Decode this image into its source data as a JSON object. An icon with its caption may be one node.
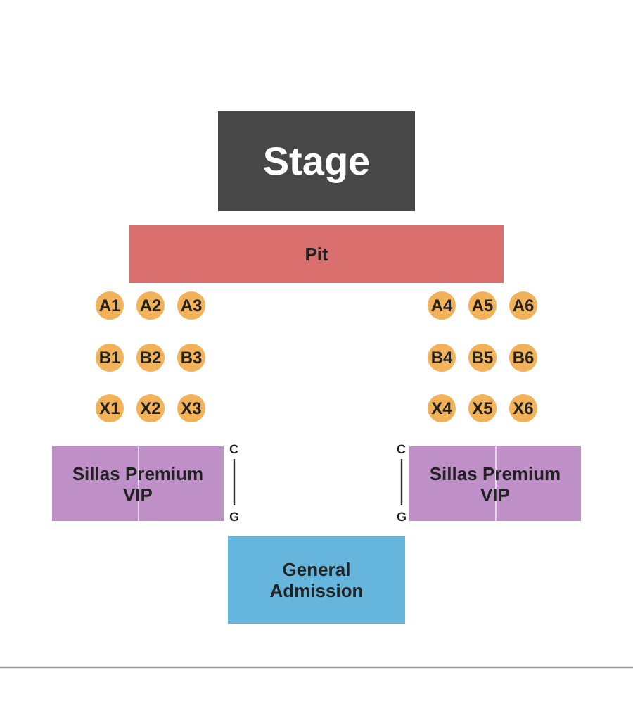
{
  "diagram": {
    "nodes": [
      {
        "text": [
          "Stage"
        ]
      },
      {
        "text": [
          "Pit"
        ]
      },
      {
        "text": [
          "A1"
        ]
      },
      {
        "text": [
          "A2"
        ]
      },
      {
        "text": [
          "A3"
        ]
      },
      {
        "text": [
          "A4"
        ]
      },
      {
        "text": [
          "A5"
        ]
      },
      {
        "text": [
          "A6"
        ]
      },
      {
        "text": [
          "B1"
        ]
      },
      {
        "text": [
          "B2"
        ]
      },
      {
        "text": [
          "B3"
        ]
      },
      {
        "text": [
          "B4"
        ]
      },
      {
        "text": [
          "B5"
        ]
      },
      {
        "text": [
          "B6"
        ]
      },
      {
        "text": [
          "X1"
        ]
      },
      {
        "text": [
          "X2"
        ]
      },
      {
        "text": [
          "X3"
        ]
      },
      {
        "text": [
          "X4"
        ]
      },
      {
        "text": [
          "X5"
        ]
      },
      {
        "text": [
          "X6"
        ]
      },
      {
        "text": [
          "Sillas Premium VIP"
        ]
      },
      {
        "text": [
          "Sillas Premium VIP"
        ]
      },
      {
        "text": [
          "General Admission"
        ]
      }
    ],
    "edges": [],
    "labels": [
      "C",
      "C",
      "G",
      "G"
    ]
  }
}
